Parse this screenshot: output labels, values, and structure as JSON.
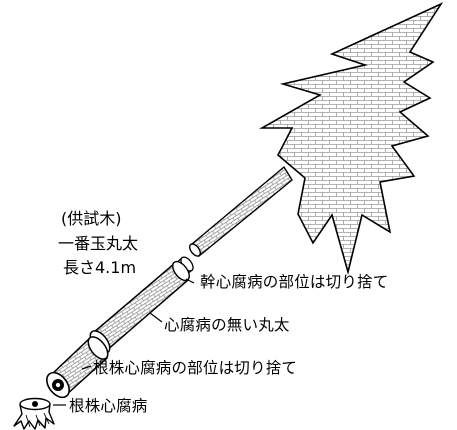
{
  "specimen": {
    "caption": "(供試木)",
    "log_name": "一番玉丸太",
    "length": "長さ4.1m"
  },
  "labels": {
    "trunk_rot_removed": "幹心腐病の部位は切り捨て",
    "sound_log": "心腐病の無い丸太",
    "root_rot_removed": "根株心腐病の部位は切り捨て",
    "root_rot": "根株心腐病"
  },
  "colors": {
    "line": "#000000",
    "fill": "#ffffff",
    "brick": "#9a9a9a",
    "rot": "#000000"
  }
}
